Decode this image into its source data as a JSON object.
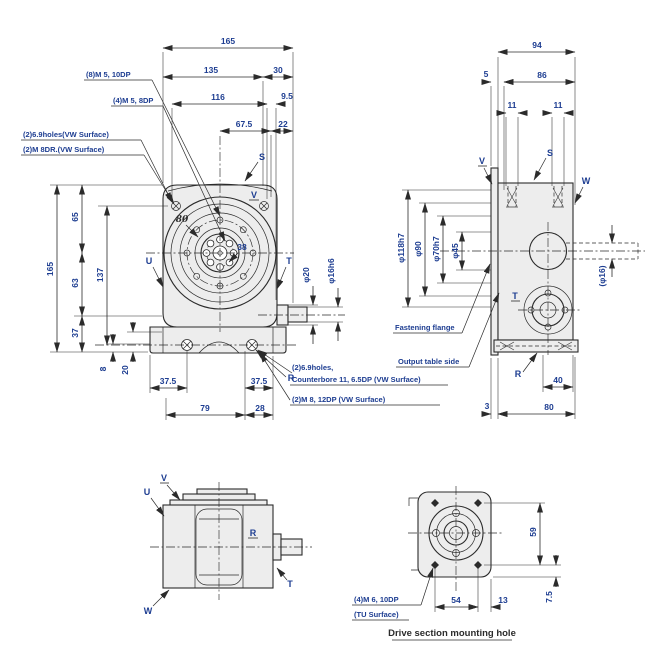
{
  "colors": {
    "line": "#2b2b2b",
    "dim": "#1d3d91",
    "fill": "#ededed",
    "bg": "#ffffff"
  },
  "front_view": {
    "top_dims": {
      "d165": "165",
      "d135": "135",
      "d30": "30",
      "d116": "116",
      "d9_5": "9.5",
      "d67_5": "67.5",
      "d22": "22"
    },
    "left_dims": {
      "d165": "165",
      "d65": "65",
      "d63": "63",
      "d37": "37",
      "d137": "137",
      "d8": "8",
      "d20": "20"
    },
    "bottom_dims": {
      "d37_5a": "37.5",
      "d37_5b": "37.5",
      "d79": "79",
      "d28": "28"
    },
    "shaft_dims": {
      "phi20": "φ20",
      "phi16h6": "φ16h6"
    },
    "circle_dims": {
      "d80": "80",
      "d38": "38"
    },
    "labels": {
      "s": "S",
      "v": "V",
      "u": "U",
      "t": "T",
      "r": "R"
    },
    "notes": {
      "bolt8": "(8)M 5, 10DP",
      "bolt4": "(4)M 5, 8DP",
      "holes2a": "(2)6.9holes(VW Surface)",
      "holes2b": "(2)M 8DR.(VW Surface)",
      "cbore1": "(2)6.9holes,",
      "cbore2": "Counterbore 11, 6.5DP (VW Surface)",
      "tap2": "(2)M 8, 12DP (VW Surface)"
    }
  },
  "side_view": {
    "top_dims": {
      "d94": "94",
      "d5": "5",
      "d86": "86",
      "d11a": "11",
      "d11b": "11"
    },
    "left_dims": {
      "phi118h7": "φ118h7",
      "phi90": "φ90",
      "phi70h7": "φ70h7",
      "phi45": "φ45"
    },
    "right_dims": {
      "phi16": "(φ16)"
    },
    "bottom_dims": {
      "d40": "40",
      "d3": "3",
      "d80": "80"
    },
    "labels": {
      "v": "V",
      "s": "S",
      "w": "W",
      "t": "T",
      "r": "R"
    },
    "notes": {
      "fastening_flange": "Fastening flange",
      "output_table_side": "Output table side"
    }
  },
  "bottom_view": {
    "labels": {
      "v": "V",
      "u": "U",
      "w": "W",
      "r": "R",
      "t": "T"
    }
  },
  "drive_view": {
    "dims": {
      "d59": "59",
      "d7_5": "7.5",
      "d54": "54",
      "d13": "13"
    },
    "notes": {
      "tap4": "(4)M 6, 10DP",
      "surface": "(TU Surface)"
    },
    "title": "Drive section mounting hole"
  }
}
